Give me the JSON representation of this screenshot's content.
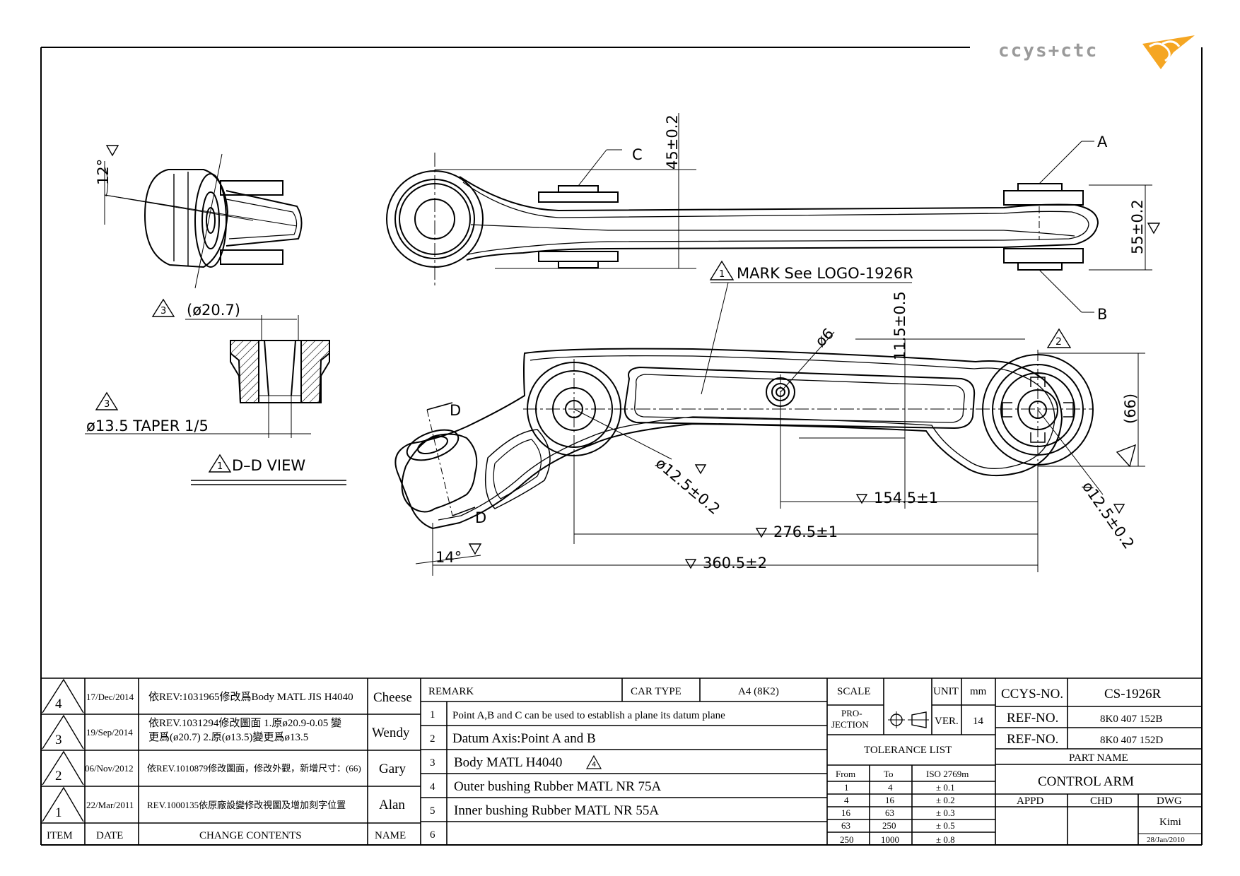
{
  "logo": {
    "text": "ccys+ctc",
    "accent": "#f5a623"
  },
  "views": {
    "angle_12": "12°",
    "datum_C": "C",
    "datum_A": "A",
    "datum_B": "B",
    "dim_45": "45±0.2",
    "dim_55": "55±0.2",
    "mark_note": "MARK See LOGO-1926R",
    "mark_note_flag": "1",
    "dim_11_5": "11.5±0.5",
    "dia_6": "ø6",
    "flag_2": "2",
    "dim_66": "(66)",
    "dia_12_5_left": "ø12.5±0.2",
    "dia_12_5_right": "ø12.5±0.2",
    "dim_154_5": "154.5±1",
    "dim_276_5": "276.5±1",
    "dim_360_5": "360.5±2",
    "section_D": "D",
    "angle_14": "14°",
    "dia_20_7": "(ø20.7)",
    "flag_3": "3",
    "taper_note": "ø13.5 TAPER 1/5",
    "dd_view": "D–D VIEW",
    "dd_flag": "1"
  },
  "revisions": [
    {
      "item": "4",
      "date": "17/Dec/2014",
      "change": "依REV:1031965修改爲Body MATL JIS H4040",
      "name": "Cheese"
    },
    {
      "item": "3",
      "date": "19/Sep/2014",
      "change1": "依REV.1031294修改圖面 1.原ø20.9-0.05 變",
      "change2": "更爲(ø20.7) 2.原(ø13.5)變更爲ø13.5",
      "name": "Wendy"
    },
    {
      "item": "2",
      "date": "06/Nov/2012",
      "change": "依REV.1010879修改圖面，修改外觀，新增尺寸：(66)",
      "name": "Gary"
    },
    {
      "item": "1",
      "date": "22/Mar/2011",
      "change": "REV.1000135依原廠設變修改視圖及增加刻字位置",
      "name": "Alan"
    }
  ],
  "revision_headers": {
    "item": "ITEM",
    "date": "DATE",
    "change": "CHANGE CONTENTS",
    "name": "NAME"
  },
  "remarks": {
    "header": "REMARK",
    "car_type_label": "CAR TYPE",
    "car_type": "A4 (8K2)",
    "rows": [
      {
        "n": "1",
        "text": "Point A,B and C can be used to establish a plane its datum plane"
      },
      {
        "n": "2",
        "text": "Datum Axis:Point A and B"
      },
      {
        "n": "3",
        "text": "Body MATL  H4040"
      },
      {
        "n": "4",
        "text": "Outer bushing Rubber MATL NR 75A"
      },
      {
        "n": "5",
        "text": "Inner bushing Rubber MATL NR 55A"
      },
      {
        "n": "6",
        "text": ""
      }
    ],
    "row3_flag": "4"
  },
  "scale": {
    "label": "SCALE",
    "unit_label": "UNIT",
    "unit": "mm",
    "projection_label1": "PRO-",
    "projection_label2": "JECTION",
    "ver_label": "VER.",
    "ver": "14"
  },
  "tolerance": {
    "title": "TOLERANCE LIST",
    "headers": [
      "From",
      "To",
      "ISO 2769m"
    ],
    "rows": [
      [
        "1",
        "4",
        "± 0.1"
      ],
      [
        "4",
        "16",
        "± 0.2"
      ],
      [
        "16",
        "63",
        "± 0.3"
      ],
      [
        "63",
        "250",
        "± 0.5"
      ],
      [
        "250",
        "1000",
        "± 0.8"
      ]
    ]
  },
  "part": {
    "ccys_no_label": "CCYS-NO.",
    "ccys_no": "CS-1926R",
    "ref_no_label": "REF-NO.",
    "ref_no_1": "8K0 407 152B",
    "ref_no_2": "8K0 407 152D",
    "part_name_label": "PART NAME",
    "part_name": "CONTROL ARM",
    "appd": "APPD",
    "chd": "CHD",
    "dwg": "DWG",
    "drawn_by": "Kimi",
    "drawn_date": "28/Jan/2010"
  }
}
